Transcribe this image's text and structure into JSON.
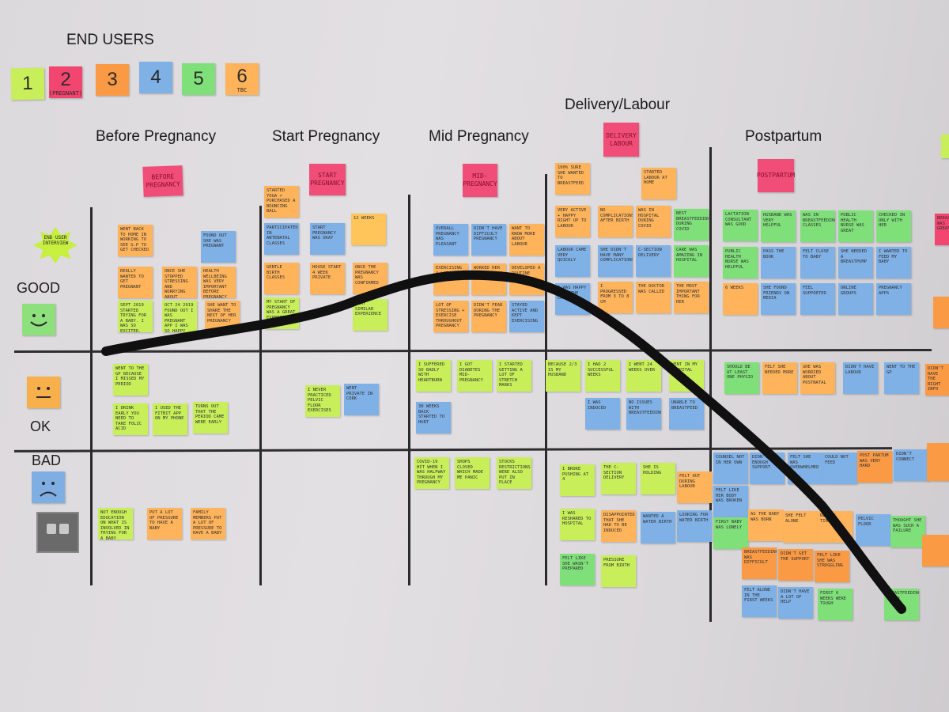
{
  "title": "END USERS",
  "users": [
    {
      "label": "1",
      "sub": "",
      "color": "#c8ef5a"
    },
    {
      "label": "2",
      "sub": "(PREGNANT)",
      "color": "#f2456f"
    },
    {
      "label": "3",
      "sub": "",
      "color": "#fb9a45"
    },
    {
      "label": "4",
      "sub": "",
      "color": "#7fb0e6"
    },
    {
      "label": "5",
      "sub": "",
      "color": "#7fe07a"
    },
    {
      "label": "6",
      "sub": "TBC",
      "color": "#ffb35a"
    }
  ],
  "stages": [
    {
      "heading": "Before Pregnancy",
      "tag": "BEFORE PREGNANCY"
    },
    {
      "heading": "Start Pregnancy",
      "tag": "START PREGNANCY"
    },
    {
      "heading": "Mid Pregnancy",
      "tag": "MID- PREGNANCY"
    },
    {
      "heading": "Delivery/Labour",
      "tag": "DELIVERY LABOUR"
    },
    {
      "heading": "Postpartum",
      "tag": "POSTPARTUM"
    }
  ],
  "star_label": "END USER INTERVIEW",
  "rows": {
    "good": "GOOD",
    "ok": "OK",
    "bad": "BAD"
  },
  "notes": {
    "before_good": [
      "WENT BACK TO HOME IN WORKING TO SEE G.P TO GET CHECKED",
      "FOUND OUT SHE WAS PREGNANT",
      "REALLY WANTED TO GET PREGNANT",
      "ONCE SHE STOPPED STRESSING AND WORRYING ABOUT GETTING PREGNANT - IT HAPPENED",
      "HEALTH WELLBEING WAS VERY IMPORTANT BEFORE PREGNANCY",
      "SEPT 2019 STARTED TRYING FOR A BABY. I WAS SO EXCITED.",
      "OCT 24 2019 FOUND OUT I WAS PREGNANT APP I WAS SO HAPPY",
      "SHE WANT TO SHARE THE NEXT OF HER PREGNANCY"
    ],
    "start_good": [
      "STARTED YOGA + PURCHASED A BOUNCING BALL",
      "PARTICIPATED IN ANTENATAL CLASSES",
      "START PREGNANCY WAS OKAY",
      "12 WEEKS",
      "GENTLE BIRTH CLASSES",
      "HOUSE START 4 WEEK PRIVATE",
      "ONCE THE PREGNANCY WAS CONFIRMED",
      "MY START OF PREGNANCY WAS A GREAT EXPERIENCE",
      "VERY SIMILAR EXPERIENCE"
    ],
    "mid_good": [
      "OVERALL PREGNANCY WAS PLEASANT",
      "DIDN'T HAVE DIFFICULT PREGNANCY",
      "WANT TO KNOW MORE ABOUT LABOUR",
      "EXERCISING A LOT",
      "WORKED HER WAY THROUGH",
      "DEVELOPED A ROUTINE",
      "LOT OF STRESSING + EXERCISE THROUGHOUT PREGNANCY",
      "DIDN'T FEAR DURING THE PREGNANCY",
      "STAYED ACTIVE AND KEPT EXERCISING"
    ],
    "delivery_good": [
      "100% SURE SHE WANTED TO BREASTFEED",
      "STARTED LABOUR AT HOME",
      "VERY ACTIVE + HAPPY RIGHT UP TO LABOUR",
      "NO COMPLICATIONS AFTER BIRTH",
      "WAS IN HOSPITAL DURING COVID",
      "BEST BREASTFEEDING DURING COVID",
      "LABOUR CAME VERY QUICKLY",
      "SHE DIDN'T HAVE MANY COMPLICATIONS",
      "C-SECTION DELIVERY",
      "CARE WAS AMAZING IN HOSPITAL",
      "I WAS HAPPY WITH THE CARE",
      "I PROGRESSED FROM 3 TO 8 CM",
      "THE DOCTOR WAS CALLED",
      "THE MOST IMPORTANT THING FOR HER"
    ],
    "postpartum_good": [
      "LACTATION CONSULTANT WAS GOOD",
      "HUSBAND WAS VERY HELPFUL",
      "WAS IN BREASTFEEDING CLASSES",
      "PUBLIC HEALTH NURSE WAS GREAT",
      "CHECKED IN ONLY WITH HER",
      "PUBLIC HEALTH NURSE WAS HELPFUL",
      "PASS THE BOOK",
      "FELT CLOSE TO BABY",
      "SHE NEEDED A BREASTPUMP",
      "I WANTED TO FEED MY BABY",
      "6 WEEKS",
      "SHE FOUND FRIENDS ON MEDIA",
      "FEEL SUPPORTED",
      "ONLINE GROUPS",
      "PREGNANCY APPS",
      "BREASTFEEDING WAS GREAT"
    ],
    "before_ok": [
      "WENT TO THE GP BECAUSE I MISSED MY PERIOD",
      "I DRINK EARLY YOU NEED TO TAKE FOLIC ACID",
      "I USED THE FITBIT APP ON MY PHONE",
      "TURNS OUT THAT THE PERIOD CAME WERE EARLY"
    ],
    "start_ok": [
      "I NEVER PRACTICED PELVIC FLOOR EXERCISES",
      "WENT PRIVATE IN CORK"
    ],
    "mid_ok": [
      "I SUFFERED SO BADLY WITH HEARTBURN",
      "I GOT DIABETES MID-PREGNANCY",
      "I STARTED GETTING A LOT OF STRETCH MARKS",
      "30 WEEKS BACK STARTED TO HURT"
    ],
    "delivery_ok": [
      "BECAUSE 2/3 IS MY HUSBAND",
      "I HAD 2 SUCCESSFUL WEEKS",
      "I WENT 24 WEEKS OVER",
      "WENT IN MY HOSPITAL",
      "I WAS INDUCED",
      "NO ISSUES WITH BREASTFEEDING",
      "UNABLE TO BREASTFEED"
    ],
    "postpartum_ok": [
      "SHOULD BE AT LEAST ONE PHYSIO",
      "FELT SHE NEEDED MORE",
      "SHE WAS WORRIED ABOUT POSTNATAL",
      "DIDN'T HAVE LABOUR",
      "WENT TO THE GP",
      "DIDN'T HAVE THE RIGHT INFO"
    ],
    "before_bad": [
      "NOT ENOUGH EDUCATION ON WHAT IS INVOLVED IN TRYING FOR A BABY",
      "PUT A LOT OF PRESSURE TO HAVE A BABY",
      "FAMILY MEMBERS PUT A LOT OF PRESSURE TO HAVE A BABY"
    ],
    "mid_bad": [
      "COVID-19 HIT WHEN I WAS HALFWAY THROUGH MY PREGNANCY",
      "SHOPS CLOSED WHICH MADE ME PANIC",
      "STOCKS RESTRICTIONS WERE ALSO PUT IN PLACE"
    ],
    "delivery_bad": [
      "I BROKE PUSHING AT 4",
      "THE C-SECTION DELIVERY",
      "SHE IS HOLDING",
      "FELT OUT DURING LABOUR",
      "I WAS RESHARED TO HOSPITAL",
      "DISAPPOINTED THAT SHE HAD TO BE INDUCED",
      "WANTED A WATER BIRTH",
      "LOOKING FOR WATER BIRTH",
      "FELT LIKE SHE WASN'T PREPARED",
      "PRESSURE FROM BIRTH"
    ],
    "postpartum_bad": [
      "COUNSEL NOT IN HER OWN",
      "DIDN'T GET ENOUGH SUPPORT",
      "FELT SHE WAS OVERWHELMED",
      "COULD NOT FEED",
      "POST PARTUM WAS VERY HARD",
      "DIDN'T CONNECT",
      "FELT LIKE HER BODY WAS BROKEN",
      "FIRST BABY WAS LONELY",
      "AS THE BABY WAS BORN",
      "SHE FELT ALONE",
      "REALLY TIRED",
      "PELVIC FLOOR",
      "THOUGHT SHE WAS SUCH A FAILURE",
      "BREASTFEEDING WAS DIFFICULT",
      "DIDN'T GET THE SUPPORT",
      "FELT LIKE SHE WAS STRUGGLING",
      "FELT ALONE IN THE FIRST WEEKS",
      "DIDN'T HAVE A LOT OF HELP",
      "FIRST 6 WEEKS WERE TOUGH",
      "BREASTFEEDING TOUGH"
    ]
  }
}
